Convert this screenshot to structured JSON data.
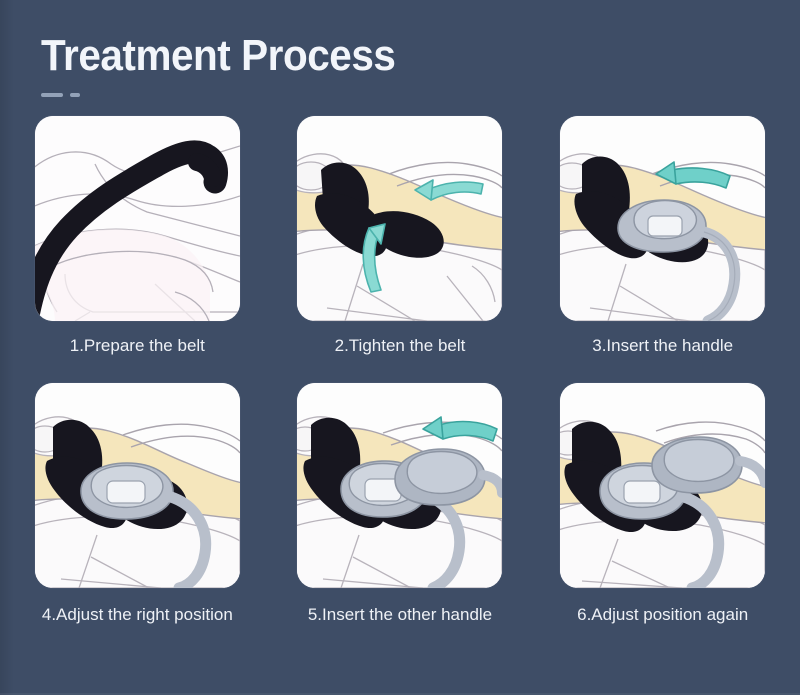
{
  "header": {
    "title": "Treatment Process",
    "dash_long": "decorative-dash-long",
    "dash_short": "decorative-dash-short"
  },
  "theme": {
    "background": "#3e4d66",
    "title_color": "#f2f5fa",
    "caption_color": "#eef1f6",
    "dash_color": "#93a2b8",
    "panel_background": "#ffffff",
    "arrow_teal": "#7fd4cf",
    "arrow_teal_dark": "#3fa9a4",
    "belt_black": "#16161f",
    "skin_cream": "#f5e6bc",
    "device_gray": "#b0b7c4",
    "outline_gray": "#a9a4ad"
  },
  "steps": [
    {
      "number": "1",
      "caption": "1.Prepare the belt",
      "illustration": "belt-laid-on-bed",
      "has_arrow": false,
      "handles": 0
    },
    {
      "number": "2",
      "caption": "2.Tighten the belt",
      "illustration": "belts-wrapped-around-torso",
      "has_arrow": true,
      "handles": 0
    },
    {
      "number": "3",
      "caption": "3.Insert the handle",
      "illustration": "handle-inserted-into-belt",
      "has_arrow": true,
      "handles": 1
    },
    {
      "number": "4",
      "caption": "4.Adjust the right position",
      "illustration": "handle-positioned",
      "has_arrow": false,
      "handles": 1
    },
    {
      "number": "5",
      "caption": "5.Insert the other handle",
      "illustration": "second-handle-inserted",
      "has_arrow": true,
      "handles": 2
    },
    {
      "number": "6",
      "caption": "6.Adjust position again",
      "illustration": "both-handles-final-position",
      "has_arrow": false,
      "handles": 2
    }
  ]
}
